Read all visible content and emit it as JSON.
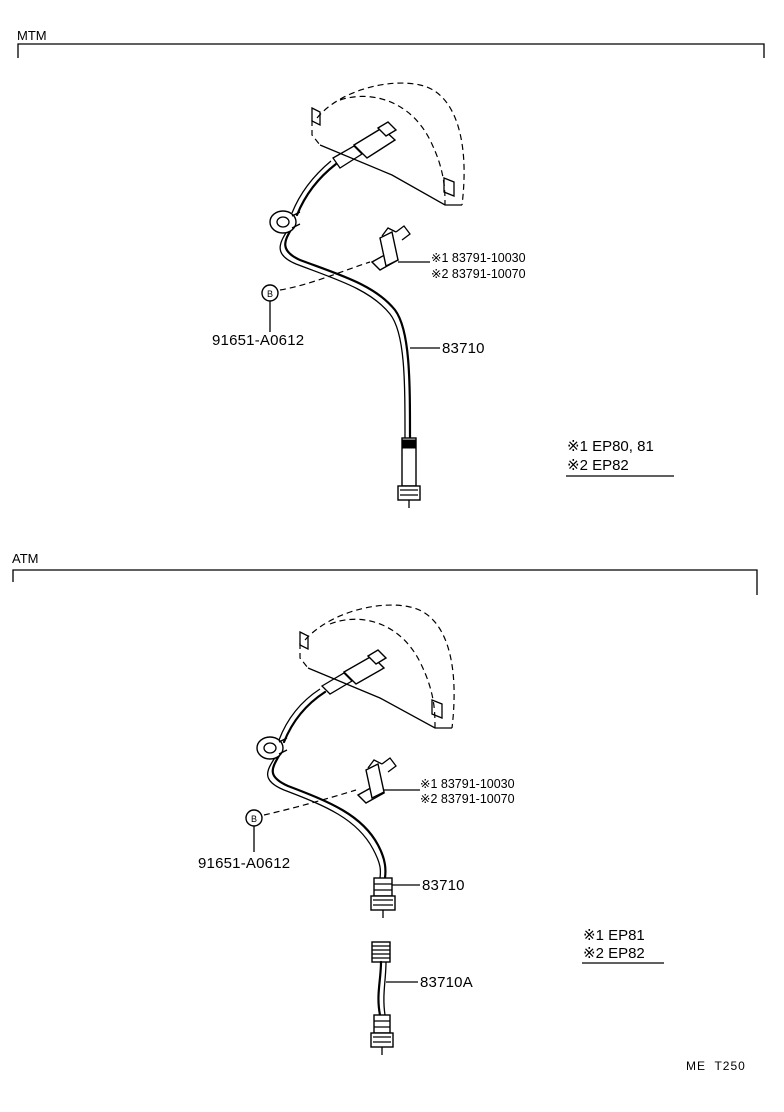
{
  "sections": {
    "mtm": {
      "title": "MTM",
      "clip_note_1": "※1 83791-10030",
      "clip_note_2": "※2 83791-10070",
      "bolt_part": "91651-A0612",
      "bolt_marker": "B",
      "cable_part": "83710",
      "legend_1": "※1 EP80, 81",
      "legend_2": "※2 EP82"
    },
    "atm": {
      "title": "ATM",
      "clip_note_1": "※1 83791-10030",
      "clip_note_2": "※2 83791-10070",
      "bolt_part": "91651-A0612",
      "bolt_marker": "B",
      "cable_part": "83710",
      "cable_part_extra": "83710A",
      "legend_1": "※1 EP81",
      "legend_2": "※2 EP82"
    }
  },
  "footer": {
    "reference": "ME  T250"
  }
}
